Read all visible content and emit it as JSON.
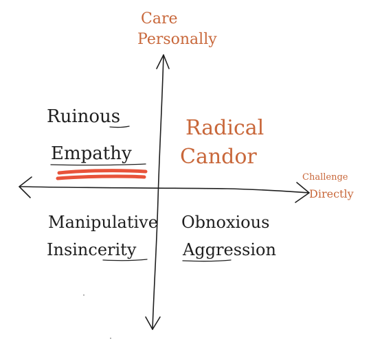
{
  "axes": {
    "vertical_label_line1": "Care",
    "vertical_label_line2": "Personally",
    "horizontal_label_line1": "Challenge",
    "horizontal_label_line2": "Directly"
  },
  "quadrants": {
    "top_left": {
      "line1": "Ruinous",
      "line2": "Empathy"
    },
    "top_right": {
      "line1": "Radical",
      "line2": "Candor"
    },
    "bottom_left": {
      "line1": "Manipulative",
      "line2": "Insincerity"
    },
    "bottom_right": {
      "line1": "Obnoxious",
      "line2": "Aggression"
    }
  },
  "colors": {
    "ink": "#1e1e1e",
    "accent": "#c8673a",
    "highlight": "#e8533a"
  }
}
